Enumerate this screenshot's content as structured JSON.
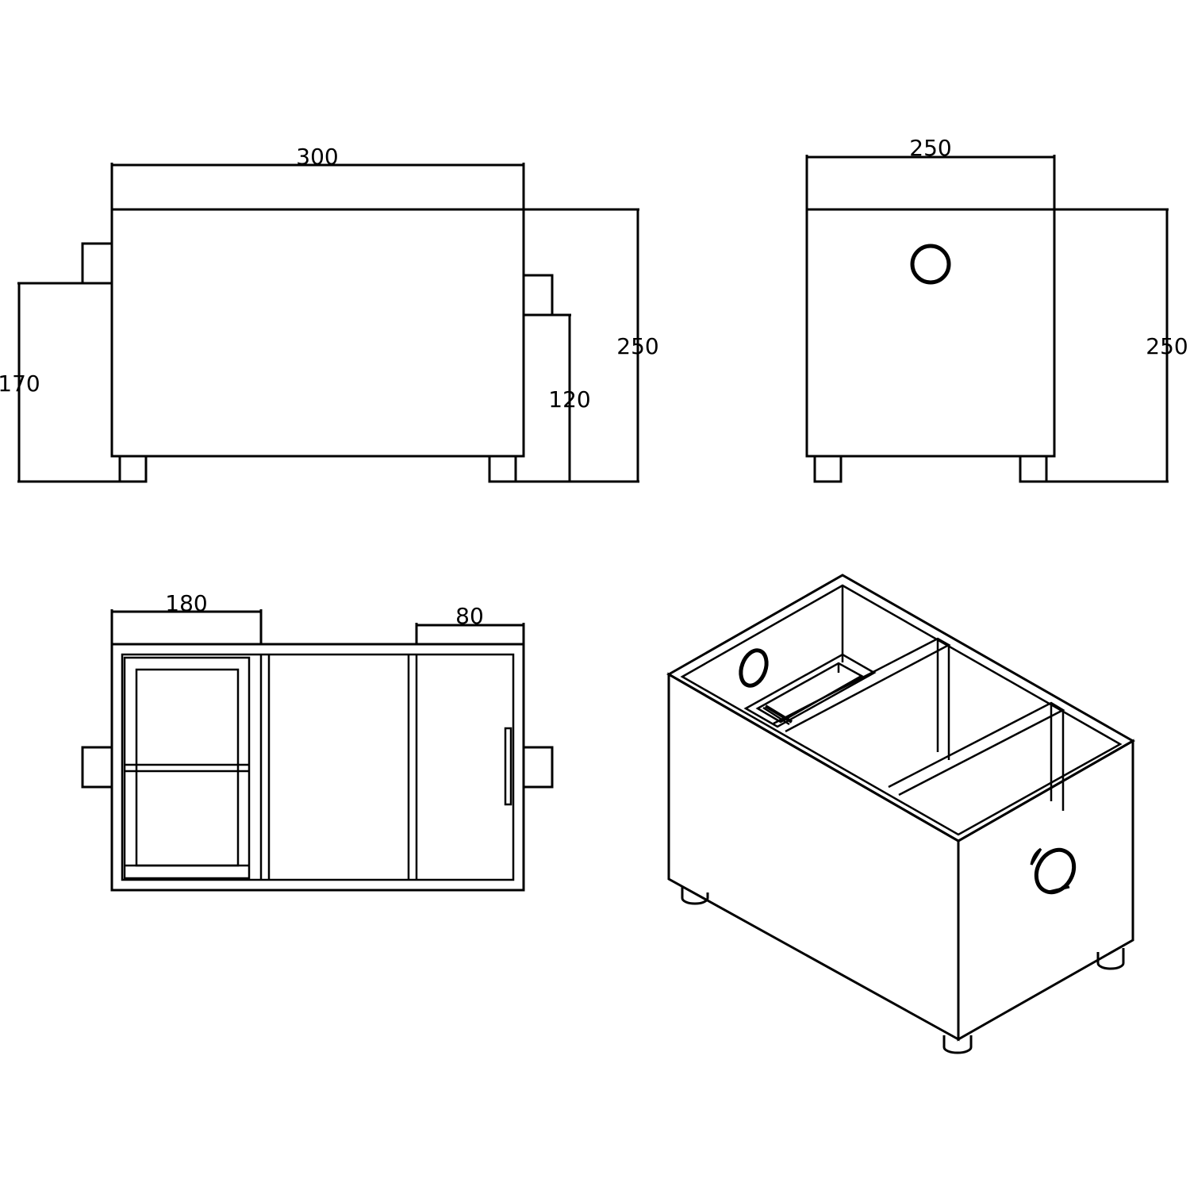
{
  "front_view": {
    "width_label": "300",
    "height_label": "250",
    "inlet_height_label": "170",
    "outlet_height_label": "120"
  },
  "side_view": {
    "width_label": "250",
    "height_label": "250"
  },
  "top_view": {
    "basket_width_label": "180",
    "outlet_chamber_label": "80"
  }
}
